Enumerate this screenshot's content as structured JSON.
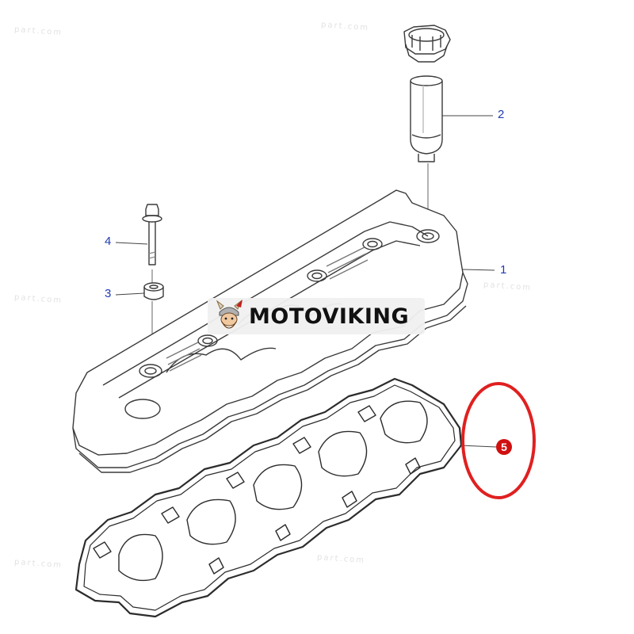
{
  "watermarks": [
    "part.com",
    "part.com",
    "part.com",
    "part.com",
    "part.com",
    "part.com"
  ],
  "callouts": [
    {
      "id": "1",
      "label": "1"
    },
    {
      "id": "2",
      "label": "2"
    },
    {
      "id": "3",
      "label": "3"
    },
    {
      "id": "4",
      "label": "4"
    },
    {
      "id": "5",
      "label": "5"
    }
  ],
  "logo": {
    "text": "MOTOVIKING",
    "icon": "viking-mascot-icon"
  },
  "colors": {
    "callout_text": "#1f3bb3",
    "highlight_ring": "#e02020",
    "badge": "#d01010",
    "line_art": "#3a3a3a"
  }
}
